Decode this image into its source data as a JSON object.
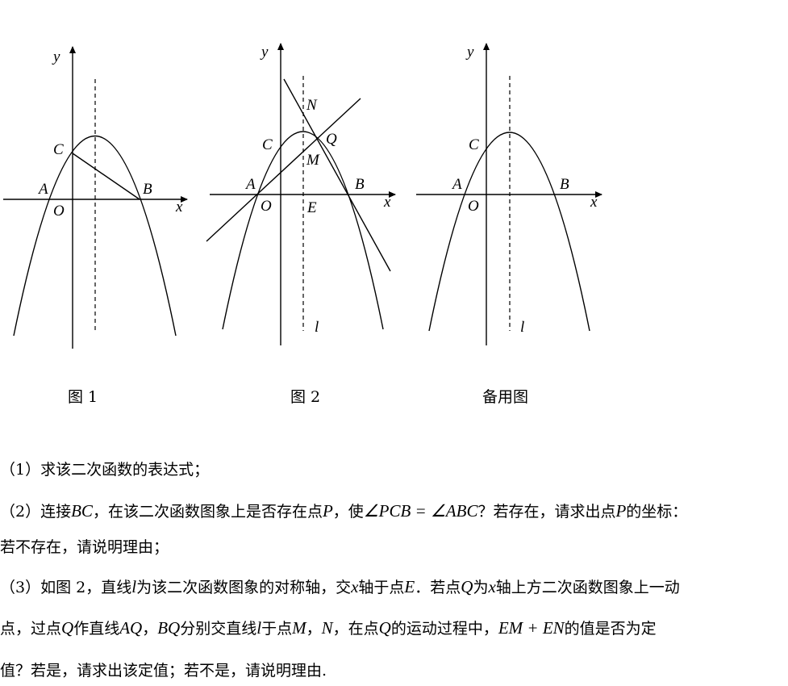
{
  "figures": [
    {
      "caption": "图 1",
      "labels": {
        "y": "y",
        "x": "x",
        "C": "C",
        "A": "A",
        "B": "B",
        "O": "O"
      }
    },
    {
      "caption": "图 2",
      "labels": {
        "y": "y",
        "x": "x",
        "C": "C",
        "A": "A",
        "B": "B",
        "O": "O",
        "E": "E",
        "N": "N",
        "M": "M",
        "Q": "Q",
        "l": "l"
      }
    },
    {
      "caption": "备用图",
      "labels": {
        "y": "y",
        "x": "x",
        "C": "C",
        "A": "A",
        "B": "B",
        "O": "O",
        "l": "l"
      }
    }
  ],
  "questions": {
    "q1": "（1）求该二次函数的表达式；",
    "q2": {
      "p1": "（2）连接",
      "v1": "BC",
      "p2": "，在该二次函数图象上是否存在点",
      "v2": "P",
      "p3": "，使",
      "v3": "∠PCB = ∠ABC",
      "p4": "？若存在，请求出点",
      "v4": "P",
      "p5": "的坐标：",
      "line2": "若不存在，请说明理由；"
    },
    "q3": {
      "p1": "（3）如图 2，直线",
      "v1": "l",
      "p2": "为该二次函数图象的对称轴，交",
      "v2": "x",
      "p3": "轴于点",
      "v3": "E",
      "p4": "．若点",
      "v4": "Q",
      "p5": "为",
      "v5": "x",
      "p6": "轴上方二次函数图象上一动",
      "l2p1": "点，过点",
      "l2v1": "Q",
      "l2p2": "作直线",
      "l2v2": "AQ",
      "l2p3": "，",
      "l2v3": "BQ",
      "l2p4": "分别交直线",
      "l2v4": "l",
      "l2p5": "于点",
      "l2v5": "M",
      "l2p6": "，",
      "l2v6": "N",
      "l2p7": "，在点",
      "l2v7": "Q",
      "l2p8": "的运动过程中，",
      "l2v8": "EM + EN",
      "l2p9": "的值是否为定",
      "line3": "值？若是，请求出该定值；若不是，请说明理由."
    }
  }
}
